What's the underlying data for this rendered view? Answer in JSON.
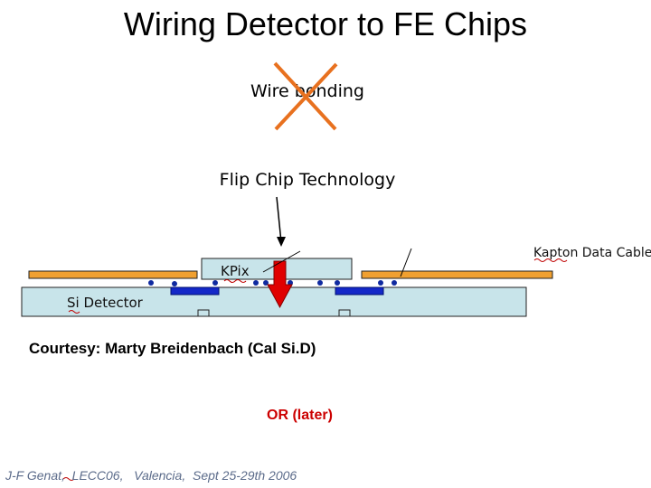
{
  "slide": {
    "title": "Wiring Detector to FE Chips",
    "wire_bonding_label": "Wire bonding",
    "flip_chip_label": "Flip Chip Technology",
    "courtesy": "Courtesy:  Marty Breidenbach (Cal  Si.D)",
    "or_later": "OR (later)",
    "footer": "J-F Genat,  LECC06,   Valencia,  Sept 25-29th 2006"
  },
  "diagram": {
    "kpix_label": "KPix",
    "si_detector_label": "Si Detector",
    "kapton_label": "Kapton Data Cable"
  },
  "colors": {
    "cross": "#e8711f",
    "kapton": "#f0a030",
    "detector": "#c8e4ea",
    "pad": "#1428c8",
    "bump": "#102aa0",
    "arrow": "#e00000",
    "or_later": "#cc0000",
    "footer": "#5b6b8a"
  }
}
